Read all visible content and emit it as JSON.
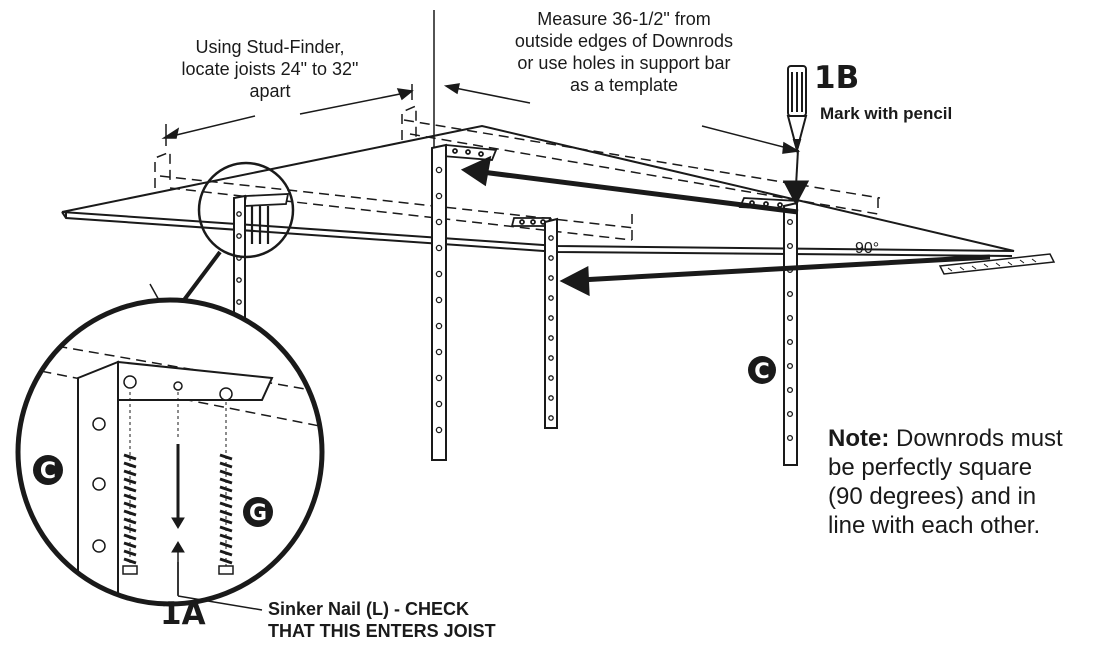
{
  "labels": {
    "stud_finder": [
      "Using Stud-Finder,",
      "locate joists 24\" to 32\"",
      "apart"
    ],
    "measure": [
      "Measure 36-1/2\" from",
      "outside edges of Downrods",
      "or use holes in support bar",
      "as a template"
    ],
    "step_1b": "1B",
    "mark_with_pencil": "Mark with pencil",
    "angle": "90°",
    "step_1a": "1A",
    "sinker_nail": [
      "Sinker Nail (L) - CHECK",
      "THAT THIS ENTERS JOIST"
    ],
    "note_bold": "Note:",
    "note_text": [
      "Downrods must",
      "be perfectly square",
      "(90 degrees) and in",
      "line with each other."
    ]
  },
  "badges": {
    "downrod_main": "C",
    "downrod_detail": "C",
    "screw_detail": "G"
  },
  "colors": {
    "ink": "#1a1a1a",
    "paper": "#ffffff"
  }
}
